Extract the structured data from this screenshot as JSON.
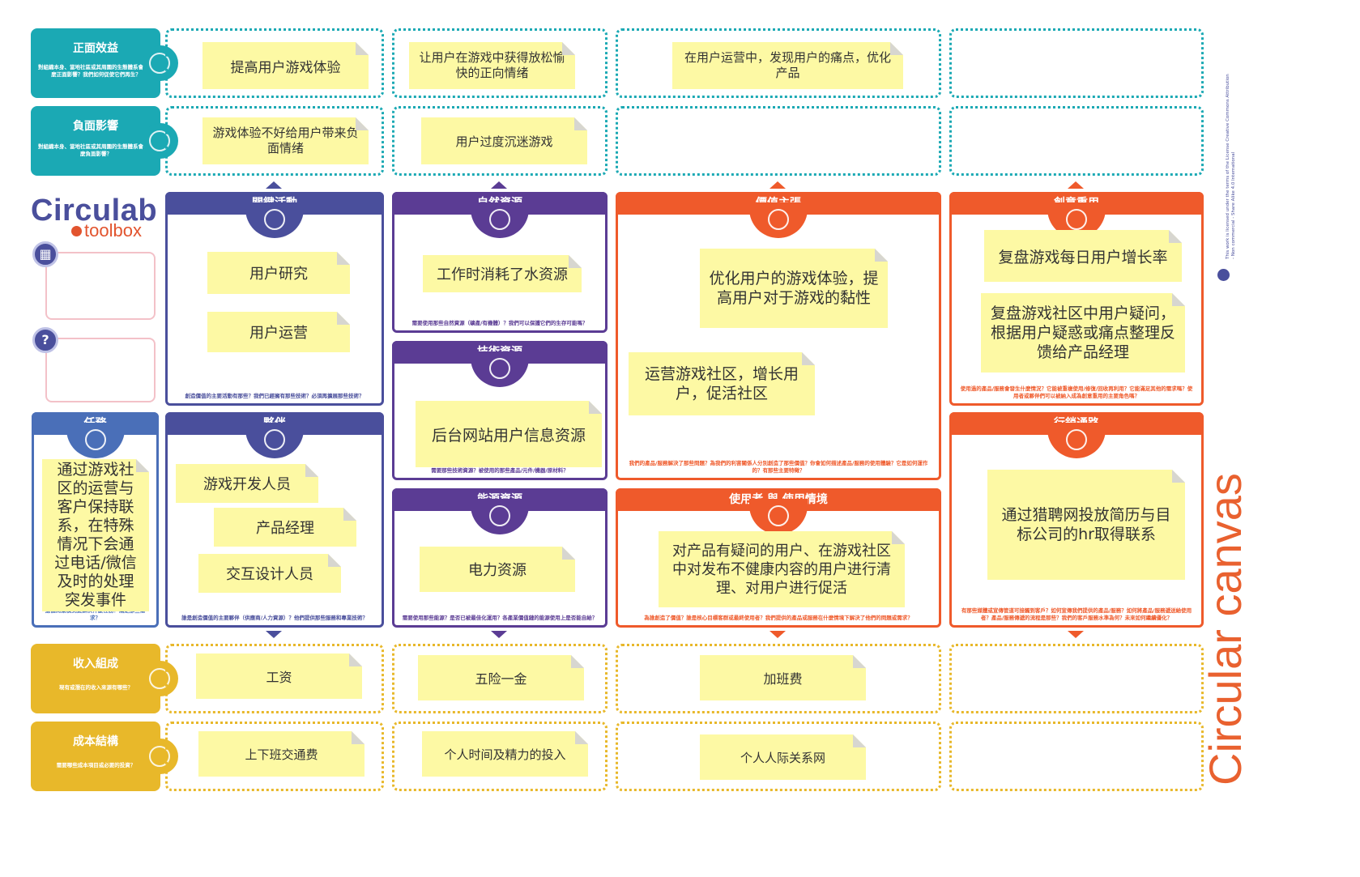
{
  "colors": {
    "teal": "#1ba9b4",
    "indigo": "#4a4f9c",
    "purple": "#5b3c94",
    "orange": "#ef5a2b",
    "gold": "#e8b82a",
    "sticky": "#fdf9a4"
  },
  "side": {
    "positive": {
      "title": "正面效益",
      "question": "對組織本身、當地社區或其周圍的生態體系會有什麼正面影響？我們如何促使它們再生？",
      "icon": "hand-heart-icon"
    },
    "negative": {
      "title": "負面影響",
      "question": "對組織本身、當地社區或其周圍的生態體系會有什麼負面影響？",
      "icon": "thumbs-down-icon"
    },
    "mission": {
      "title": "任務",
      "question": "這個商業模式要解決什麼任務？滿足那些需求？",
      "icon": "target-icon",
      "note": "通过游戏社区的运营与客户保持联系，在特殊情况下会通过电话/微信及时的处理突发事件"
    },
    "revenue": {
      "title": "收入組成",
      "question": "現有或潛在的收入來源有哪些？",
      "icon": "coins-icon"
    },
    "cost": {
      "title": "成本結構",
      "question": "需要哪些成本項目或必要的投資？",
      "icon": "coins-icon"
    }
  },
  "logo": {
    "main": "Circulab",
    "sub": "toolbox"
  },
  "brand": "Circular canvas",
  "license": "This work is licensed under the terms of the License Creative Commons Attribution - Non commercial - Share Alike 4.0 International",
  "positive_notes": [
    "提高用户游戏体验",
    "让用户在游戏中获得放松愉快的正向情绪",
    "在用户运营中，发现用户的痛点，优化产品"
  ],
  "negative_notes": [
    "游戏体验不好给用户带来负面情绪",
    "用户过度沉迷游戏"
  ],
  "key_activities": {
    "title": "關鍵活動",
    "icon": "gears-icon",
    "notes": [
      "用户研究",
      "用户运营"
    ],
    "question": "創造價值的主要活動有那些？我們已經擁有那些技術？必須再擴展那些技術？"
  },
  "partners": {
    "title": "夥伴",
    "icon": "handshake-icon",
    "notes": [
      "游戏开发人员",
      "产品经理",
      "交互设计人员"
    ],
    "question": "誰是創造價值的主要夥伴（供應商/人力資源）？他們提供那些服務和專業技術？"
  },
  "natural": {
    "title": "自然資源",
    "icon": "leaf-icon",
    "notes": [
      "工作时消耗了水资源"
    ],
    "question": "需要使用那些自然資源（礦產/有機體）？我們可以保護它們的生存可能嗎？"
  },
  "tech": {
    "title": "技術資源",
    "icon": "factory-icon",
    "notes": [
      "后台网站用户信息资源"
    ],
    "question": "需要那些技術資源？被使用的那些產品/元件/機器/原材料？"
  },
  "energy": {
    "title": "能源資源",
    "icon": "bolt-icon",
    "notes": [
      "电力资源"
    ],
    "question": "需要使用那些能源？是否已被最佳化運用？各產業價值鏈的能源使用上是否能自給？"
  },
  "value": {
    "title": "價值主張",
    "icon": "lightbulb-icon",
    "notes": [
      "优化用户的游戏体验，提高用户对于游戏的黏性",
      "运营游戏社区，增长用户，促活社区"
    ],
    "question": "我們的產品/服務解決了那些問題？為我們的利害關係人分別創造了那些價值？你會如何描述產品/服務的使用體驗？它是如何運作的？有那些主要特徵？"
  },
  "users": {
    "title": "使用者 與 使用情境",
    "icon": "users-icon",
    "notes": [
      "对产品有疑问的用户、在游戏社区中对发布不健康内容的用户进行清理、对用户进行促活"
    ],
    "question": "為誰創造了價值？誰是核心目標客群或最終使用者？我們提供的產品或服務在什麼情境下解決了他們的問題或需求？"
  },
  "reuse": {
    "title": "創意重用",
    "icon": "recycle-icon",
    "notes": [
      "复盘游戏每日用户增长率",
      "复盘游戏社区中用户疑问，根据用户疑惑或痛点整理反馈给产品经理"
    ],
    "question": "使用過的產品/服務會發生什麼情況？它能被重複使用/修復/回收再利用？它能滿足其他的需求嗎？使用者或夥伴們可以被納入成為創意重用的主要角色嗎？"
  },
  "channels": {
    "title": "行銷通路",
    "icon": "truck-icon",
    "notes": [
      "通过猎聘网投放简历与目标公司的hr取得联系"
    ],
    "question": "有那些媒體或宣傳管道可接觸到客戶？如何宣傳我們提供的產品/服務？如何將產品/服務遞送給使用者？產品/服務傳遞的流程是那些？我們的客戶服務水準為何？未來如何繼續優化？"
  },
  "revenue_notes": [
    "工资",
    "五险一金",
    "加班费"
  ],
  "cost_notes": [
    "上下班交通费",
    "个人时间及精力的投入",
    "个人人际关系网"
  ]
}
